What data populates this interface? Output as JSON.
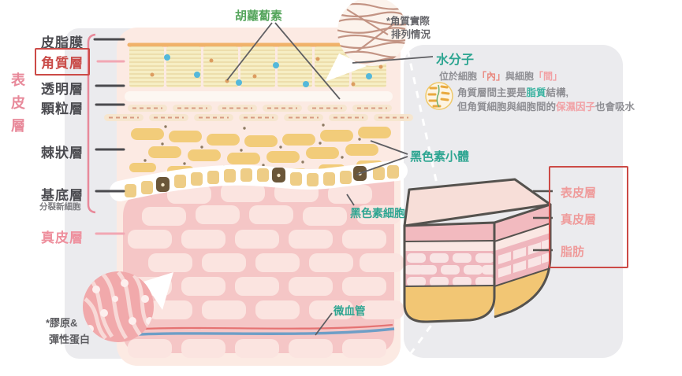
{
  "colors": {
    "teal_label": "#2da591",
    "green_label": "#55a55c",
    "red_accent": "#cc4a46",
    "pink_label": "#ee8f9d",
    "dark_text": "#4b4b50",
    "gray_text": "#8f8f94",
    "coral_label": "#ef9b9b"
  },
  "layer_labels": {
    "epidermis_vertical": "表皮層",
    "sebum_film": "皮脂膜",
    "stratum_corneum": "角質層",
    "stratum_lucidum": "透明層",
    "stratum_granulosum": "顆粒層",
    "stratum_spinosum": "棘狀層",
    "stratum_basale": "基底層",
    "basale_subnote": "分裂新細胞",
    "dermis": "真皮層"
  },
  "annotations": {
    "carotene": "胡蘿蔔素",
    "keratin_inset_line1": "*角質實際",
    "keratin_inset_line2": "排列情況",
    "water_molecule": "水分子",
    "water_location": {
      "part1": "位於細胞",
      "part2": "「內」",
      "part3": "與細胞",
      "part4": "「間」"
    },
    "lipid_note": {
      "part1": "角質層間主要是",
      "part2": "脂質",
      "part3": "結構,"
    },
    "nmf_note": {
      "part1": "但角質細胞與細胞間的",
      "part2": "保濕因子",
      "part3": "也會吸水"
    },
    "melanosome": "黑色素小體",
    "melanocyte": "黑色素細胞",
    "capillary": "微血管",
    "collagen_line1": "*膠原&",
    "collagen_line2": "彈性蛋白"
  },
  "cross_section": {
    "epidermis": "表皮層",
    "dermis": "真皮層",
    "fat": "脂肪"
  }
}
